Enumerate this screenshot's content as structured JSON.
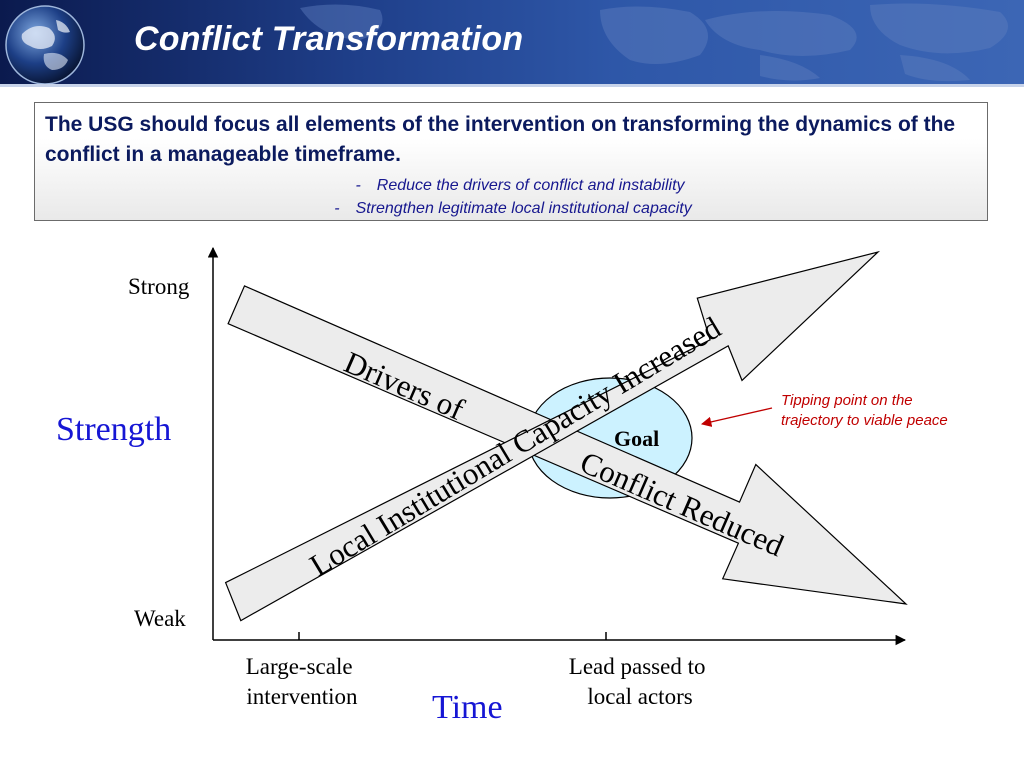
{
  "header": {
    "title": "Conflict Transformation"
  },
  "summary": {
    "lead": "The USG should focus all elements of the intervention on transforming the dynamics of the conflict in a manageable timeframe.",
    "bullet_marker": "-",
    "bullets": [
      "Reduce the drivers of conflict and instability",
      "Strengthen legitimate local institutional capacity"
    ]
  },
  "diagram": {
    "y_axis": {
      "label": "Strength",
      "top_label": "Strong",
      "bottom_label": "Weak"
    },
    "x_axis": {
      "label": "Time",
      "ticks": [
        {
          "line1": "Large-scale",
          "line2": "intervention"
        },
        {
          "line1": "Lead passed to",
          "line2": "local actors"
        }
      ]
    },
    "descending_arrow": {
      "label_part1": "Drivers of",
      "label_part2": "Conflict Reduced"
    },
    "ascending_arrow": {
      "label": "Local Institutional Capacity Increased"
    },
    "goal": {
      "label": "Goal"
    },
    "annotation": {
      "line1": "Tipping point on the",
      "line2": "trajectory to viable peace"
    }
  },
  "colors": {
    "header_dark": "#0b1a4e",
    "header_light": "#3c66b5",
    "lead_text": "#0b1a5e",
    "bullet_text": "#17188f",
    "axis_title": "#1616d4",
    "annotation": "#c00000",
    "goal_fill": "#ccf2ff",
    "arrow_fill": "#ececec"
  }
}
